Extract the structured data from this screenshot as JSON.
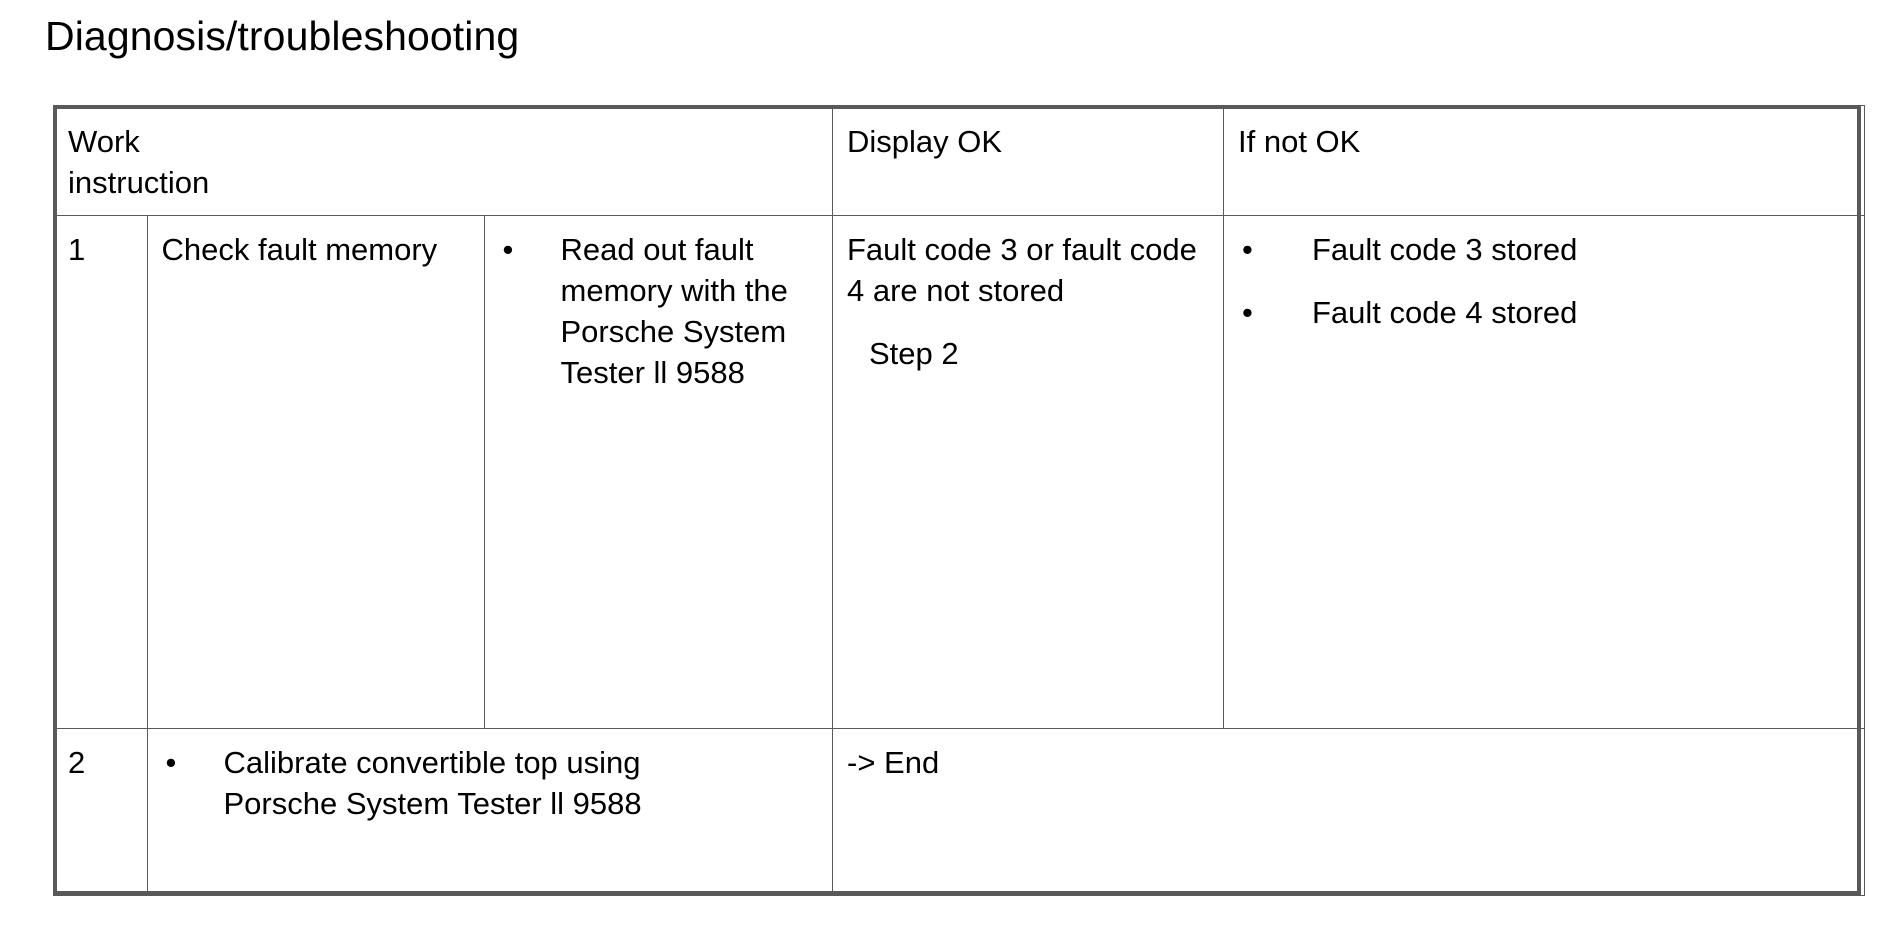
{
  "page": {
    "title": "Diagnosis/troubleshooting"
  },
  "table": {
    "headers": {
      "work_instruction": "Work instruction",
      "display_ok": "Display OK",
      "if_not_ok": "If not OK"
    },
    "bullet_glyph": "•",
    "rows": [
      {
        "number": "1",
        "task": "Check fault memory",
        "detail_bullets": [
          "Read out fault\nmemory with the\nPorsche System\nTester ll 9588"
        ],
        "display_ok_text": "Fault code 3 or fault code\n4 are not stored",
        "display_ok_step": "Step 2",
        "if_not_ok_bullets": [
          "Fault code 3 stored",
          "Fault code 4 stored"
        ]
      },
      {
        "number": "2",
        "task_bullets": [
          "Calibrate convertible top using\nPorsche System Tester ll 9588"
        ],
        "display_ok_text": "-> End",
        "if_not_ok_bullets": []
      }
    ]
  },
  "colors": {
    "border": "#595959",
    "text": "#000000",
    "background": "#ffffff"
  }
}
